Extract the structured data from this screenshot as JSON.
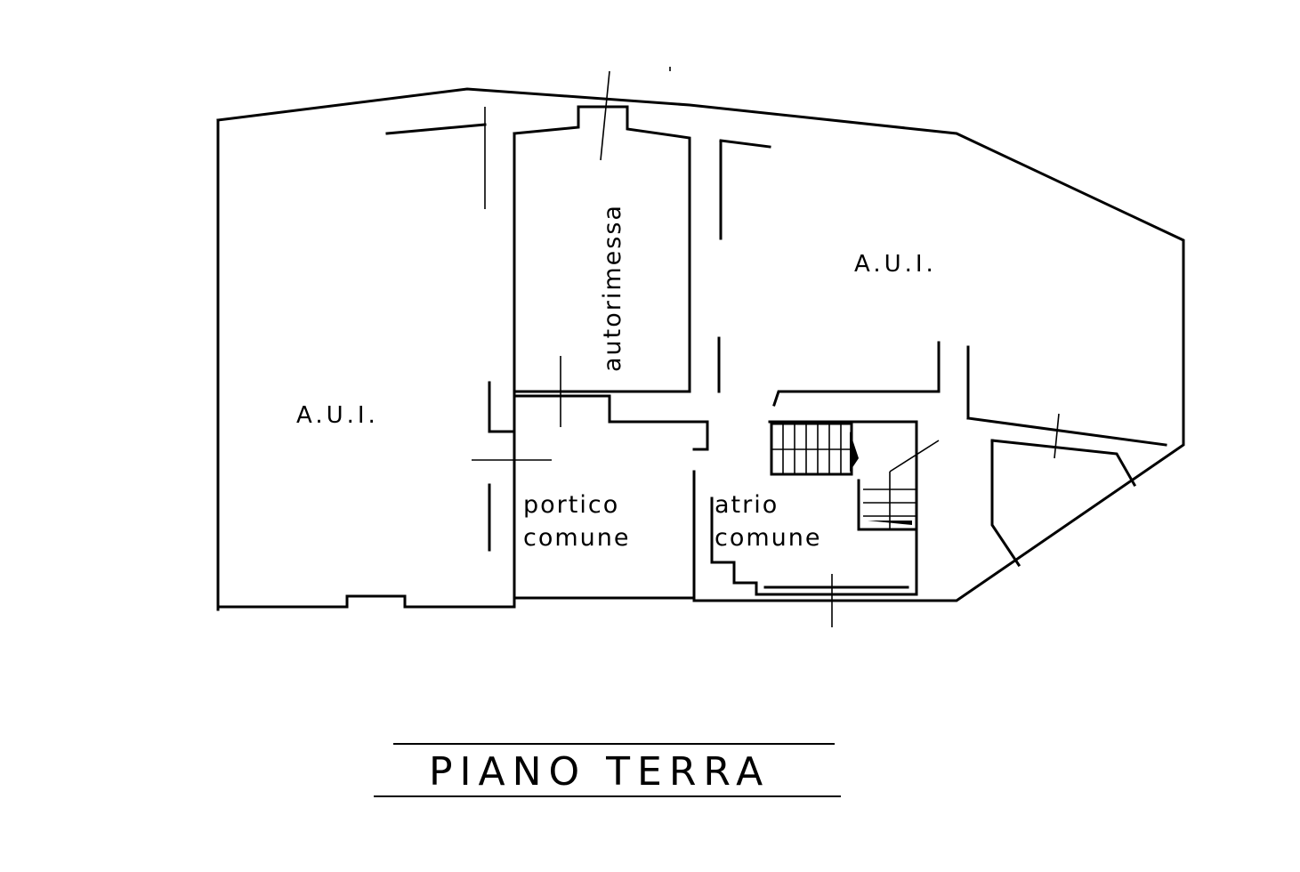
{
  "plan": {
    "rooms": {
      "aui_left": "A.U.I.",
      "aui_right": "A.U.I.",
      "garage": "autorimessa",
      "portico_line1": "portico",
      "portico_line2": "comune",
      "atrio_line1": "atrio",
      "atrio_line2": "comune"
    },
    "title": "PIANO TERRA",
    "colors": {
      "ink": "#000000",
      "paper": "#ffffff"
    }
  }
}
